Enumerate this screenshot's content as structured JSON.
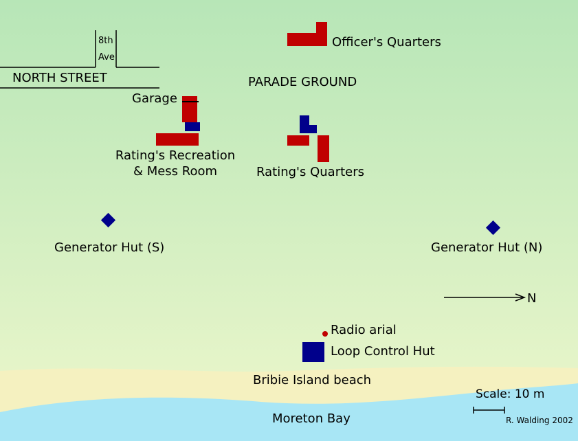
{
  "labels": {
    "avenue_line1": "8th",
    "avenue_line2": "Ave",
    "north_street": "NORTH STREET",
    "officers_quarters": "Officer's Quarters",
    "parade_ground": "PARADE GROUND",
    "garage": "Garage",
    "recreation_line1": "Rating's Recreation",
    "recreation_line2": "& Mess Room",
    "ratings_quarters": "Rating's Quarters",
    "generator_south": "Generator Hut (S)",
    "generator_north": "Generator Hut (N)",
    "north_arrow": "N",
    "radio_arial": "Radio arial",
    "loop_control_hut": "Loop Control Hut",
    "beach": "Bribie Island beach",
    "bay": "Moreton Bay",
    "scale": "Scale: 10 m",
    "credit": "R. Walding 2002"
  },
  "colors": {
    "building_red": "#c00000",
    "building_blue": "#00008b",
    "ground_top": "#b7e6b7",
    "ground_bottom": "#eef7cc",
    "sand": "#f5f1c0",
    "water": "#a8e6f5"
  }
}
